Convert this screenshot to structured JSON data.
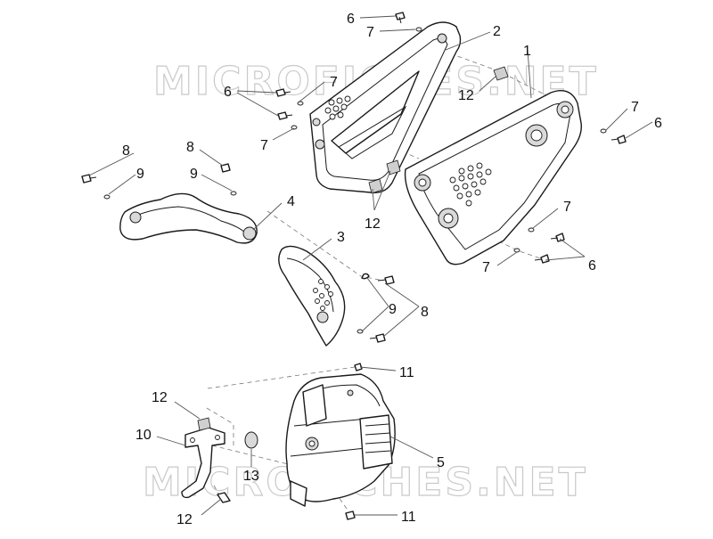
{
  "watermark": {
    "top_text": "MICROFICHES.NET",
    "bottom_text": "MICROFICHES.NET"
  },
  "callouts": [
    {
      "id": "c-6-top",
      "label": "6"
    },
    {
      "id": "c-7-top",
      "label": "7"
    },
    {
      "id": "c-2",
      "label": "2"
    },
    {
      "id": "c-1",
      "label": "1"
    },
    {
      "id": "c-12-top",
      "label": "12"
    },
    {
      "id": "c-7-left-a",
      "label": "7"
    },
    {
      "id": "c-6-left",
      "label": "6"
    },
    {
      "id": "c-7-left-b",
      "label": "7"
    },
    {
      "id": "c-7-right-a",
      "label": "7"
    },
    {
      "id": "c-6-right-a",
      "label": "6"
    },
    {
      "id": "c-8-left",
      "label": "8"
    },
    {
      "id": "c-8-mid",
      "label": "8"
    },
    {
      "id": "c-9-left",
      "label": "9"
    },
    {
      "id": "c-9-mid",
      "label": "9"
    },
    {
      "id": "c-4",
      "label": "4"
    },
    {
      "id": "c-3",
      "label": "3"
    },
    {
      "id": "c-12-mid",
      "label": "12"
    },
    {
      "id": "c-7-right-b",
      "label": "7"
    },
    {
      "id": "c-7-low",
      "label": "7"
    },
    {
      "id": "c-6-right-b",
      "label": "6"
    },
    {
      "id": "c-9-low",
      "label": "9"
    },
    {
      "id": "c-8-low",
      "label": "8"
    },
    {
      "id": "c-11-top",
      "label": "11"
    },
    {
      "id": "c-12-bl",
      "label": "12"
    },
    {
      "id": "c-10",
      "label": "10"
    },
    {
      "id": "c-13",
      "label": "13"
    },
    {
      "id": "c-5",
      "label": "5"
    },
    {
      "id": "c-12-bottom",
      "label": "12"
    },
    {
      "id": "c-11-bottom",
      "label": "11"
    }
  ]
}
